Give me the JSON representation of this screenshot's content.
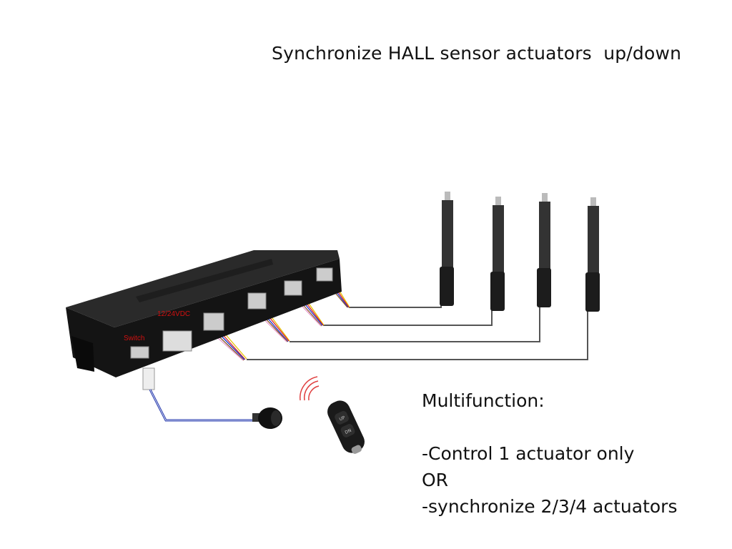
{
  "title": "Synchronize HALL sensor actuators  up/down",
  "controller": {
    "switch_label": "Switch",
    "power_label": "12/24VDC",
    "channels": 4
  },
  "remote": {
    "up_label": "UP",
    "down_label": "DN"
  },
  "info": {
    "heading": "Multifunction:",
    "lines": [
      "-Control 1 actuator only",
      "OR",
      "-synchronize 2/3/4 actuators"
    ]
  },
  "colors": {
    "label_red": "#d21010",
    "wire_blue": "#2b3fb0",
    "wire_gray": "#555555"
  }
}
